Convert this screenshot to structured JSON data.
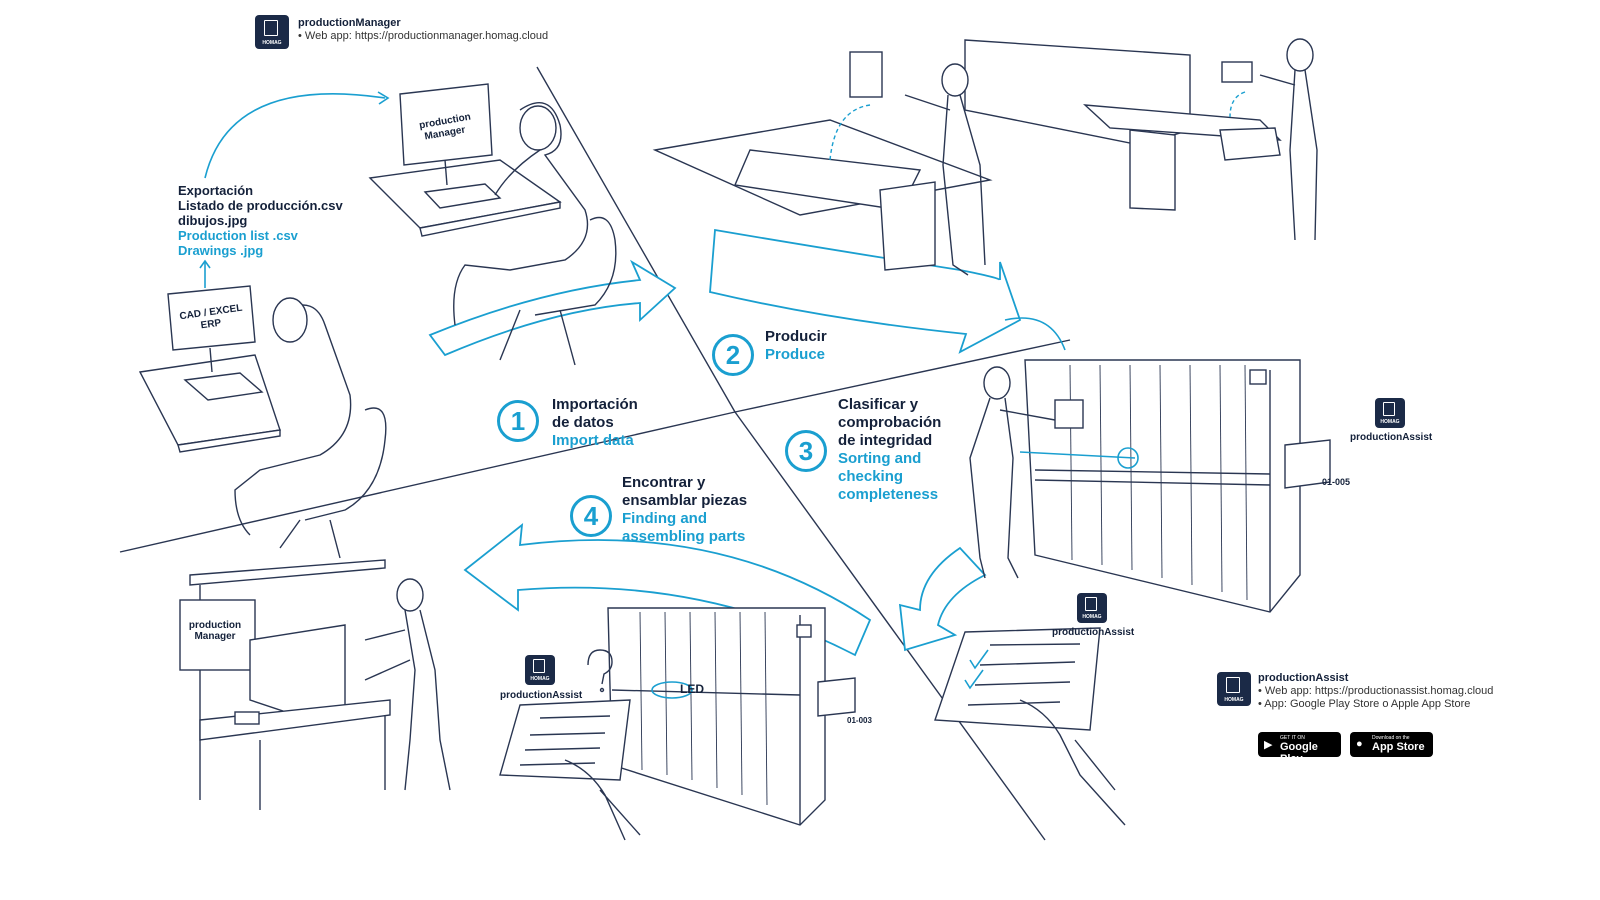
{
  "production_manager": {
    "icon": "production-manager-app-icon",
    "name": "productionManager",
    "web_app": "• Web app: https://productionmanager.homag.cloud",
    "brand": "HOMAG"
  },
  "export": {
    "line1": "Exportación",
    "line2": "Listado de producción.csv",
    "line3": "dibujos.jpg",
    "line4": "Production list .csv",
    "line5": "Drawings .jpg"
  },
  "screens": {
    "pm_monitor_1": "production",
    "pm_monitor_2": "Manager",
    "cad_1": "CAD / EXCEL",
    "cad_2": "ERP",
    "board_1": "production",
    "board_2": "Manager"
  },
  "steps": [
    {
      "num": "1",
      "es_1": "Importación",
      "es_2": "de datos",
      "en_1": "Import data",
      "en_2": "",
      "en_3": ""
    },
    {
      "num": "2",
      "es_1": "Producir",
      "es_2": "",
      "en_1": "Produce",
      "en_2": "",
      "en_3": ""
    },
    {
      "num": "3",
      "es_1": "Clasificar y",
      "es_2": "comprobación",
      "es_3": "de integridad",
      "en_1": "Sorting and",
      "en_2": "checking",
      "en_3": "completeness"
    },
    {
      "num": "4",
      "es_1": "Encontrar y",
      "es_2": "ensamblar piezas",
      "en_1": "Finding and",
      "en_2": "assembling parts",
      "en_3": ""
    }
  ],
  "production_assist_labels": {
    "right_shelf": "productionAssist",
    "tablet_right": "productionAssist",
    "tablet_left": "productionAssist",
    "brand": "HOMAG"
  },
  "shelf_tags": {
    "right": "01-005",
    "left": "01-003",
    "led": "LED"
  },
  "production_assist_info": {
    "name": "productionAssist",
    "web_app": "• Web app: https://productionassist.homag.cloud",
    "app": "• App: Google Play Store o Apple App Store"
  },
  "stores": {
    "google_small": "GET IT ON",
    "google_big": "Google Play",
    "apple_small": "Download on the",
    "apple_big": "App Store"
  },
  "colors": {
    "accent": "#1a9fd0",
    "ink": "#14213a",
    "icon_bg": "#1b2a47"
  }
}
